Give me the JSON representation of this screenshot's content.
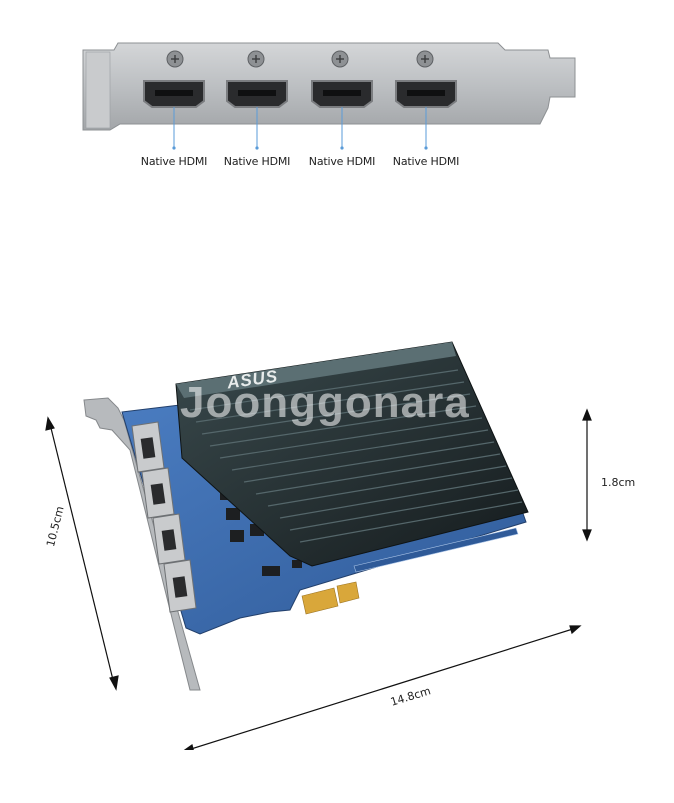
{
  "bracket_view": {
    "port_labels": [
      "Native HDMI",
      "Native HDMI",
      "Native HDMI",
      "Native HDMI"
    ]
  },
  "card_view": {
    "brand_logo_text": "ASUS",
    "watermark_text": "Joonggonara",
    "dimensions": {
      "height_label": "1.8cm",
      "width_label": "10.5cm",
      "length_label": "14.8cm"
    }
  },
  "colors": {
    "pcb_blue": "#3f6fb0",
    "heatsink": "#1f2a2d",
    "bracket_silver": "#b9bcbf",
    "gold_fingers": "#d9a73a"
  }
}
